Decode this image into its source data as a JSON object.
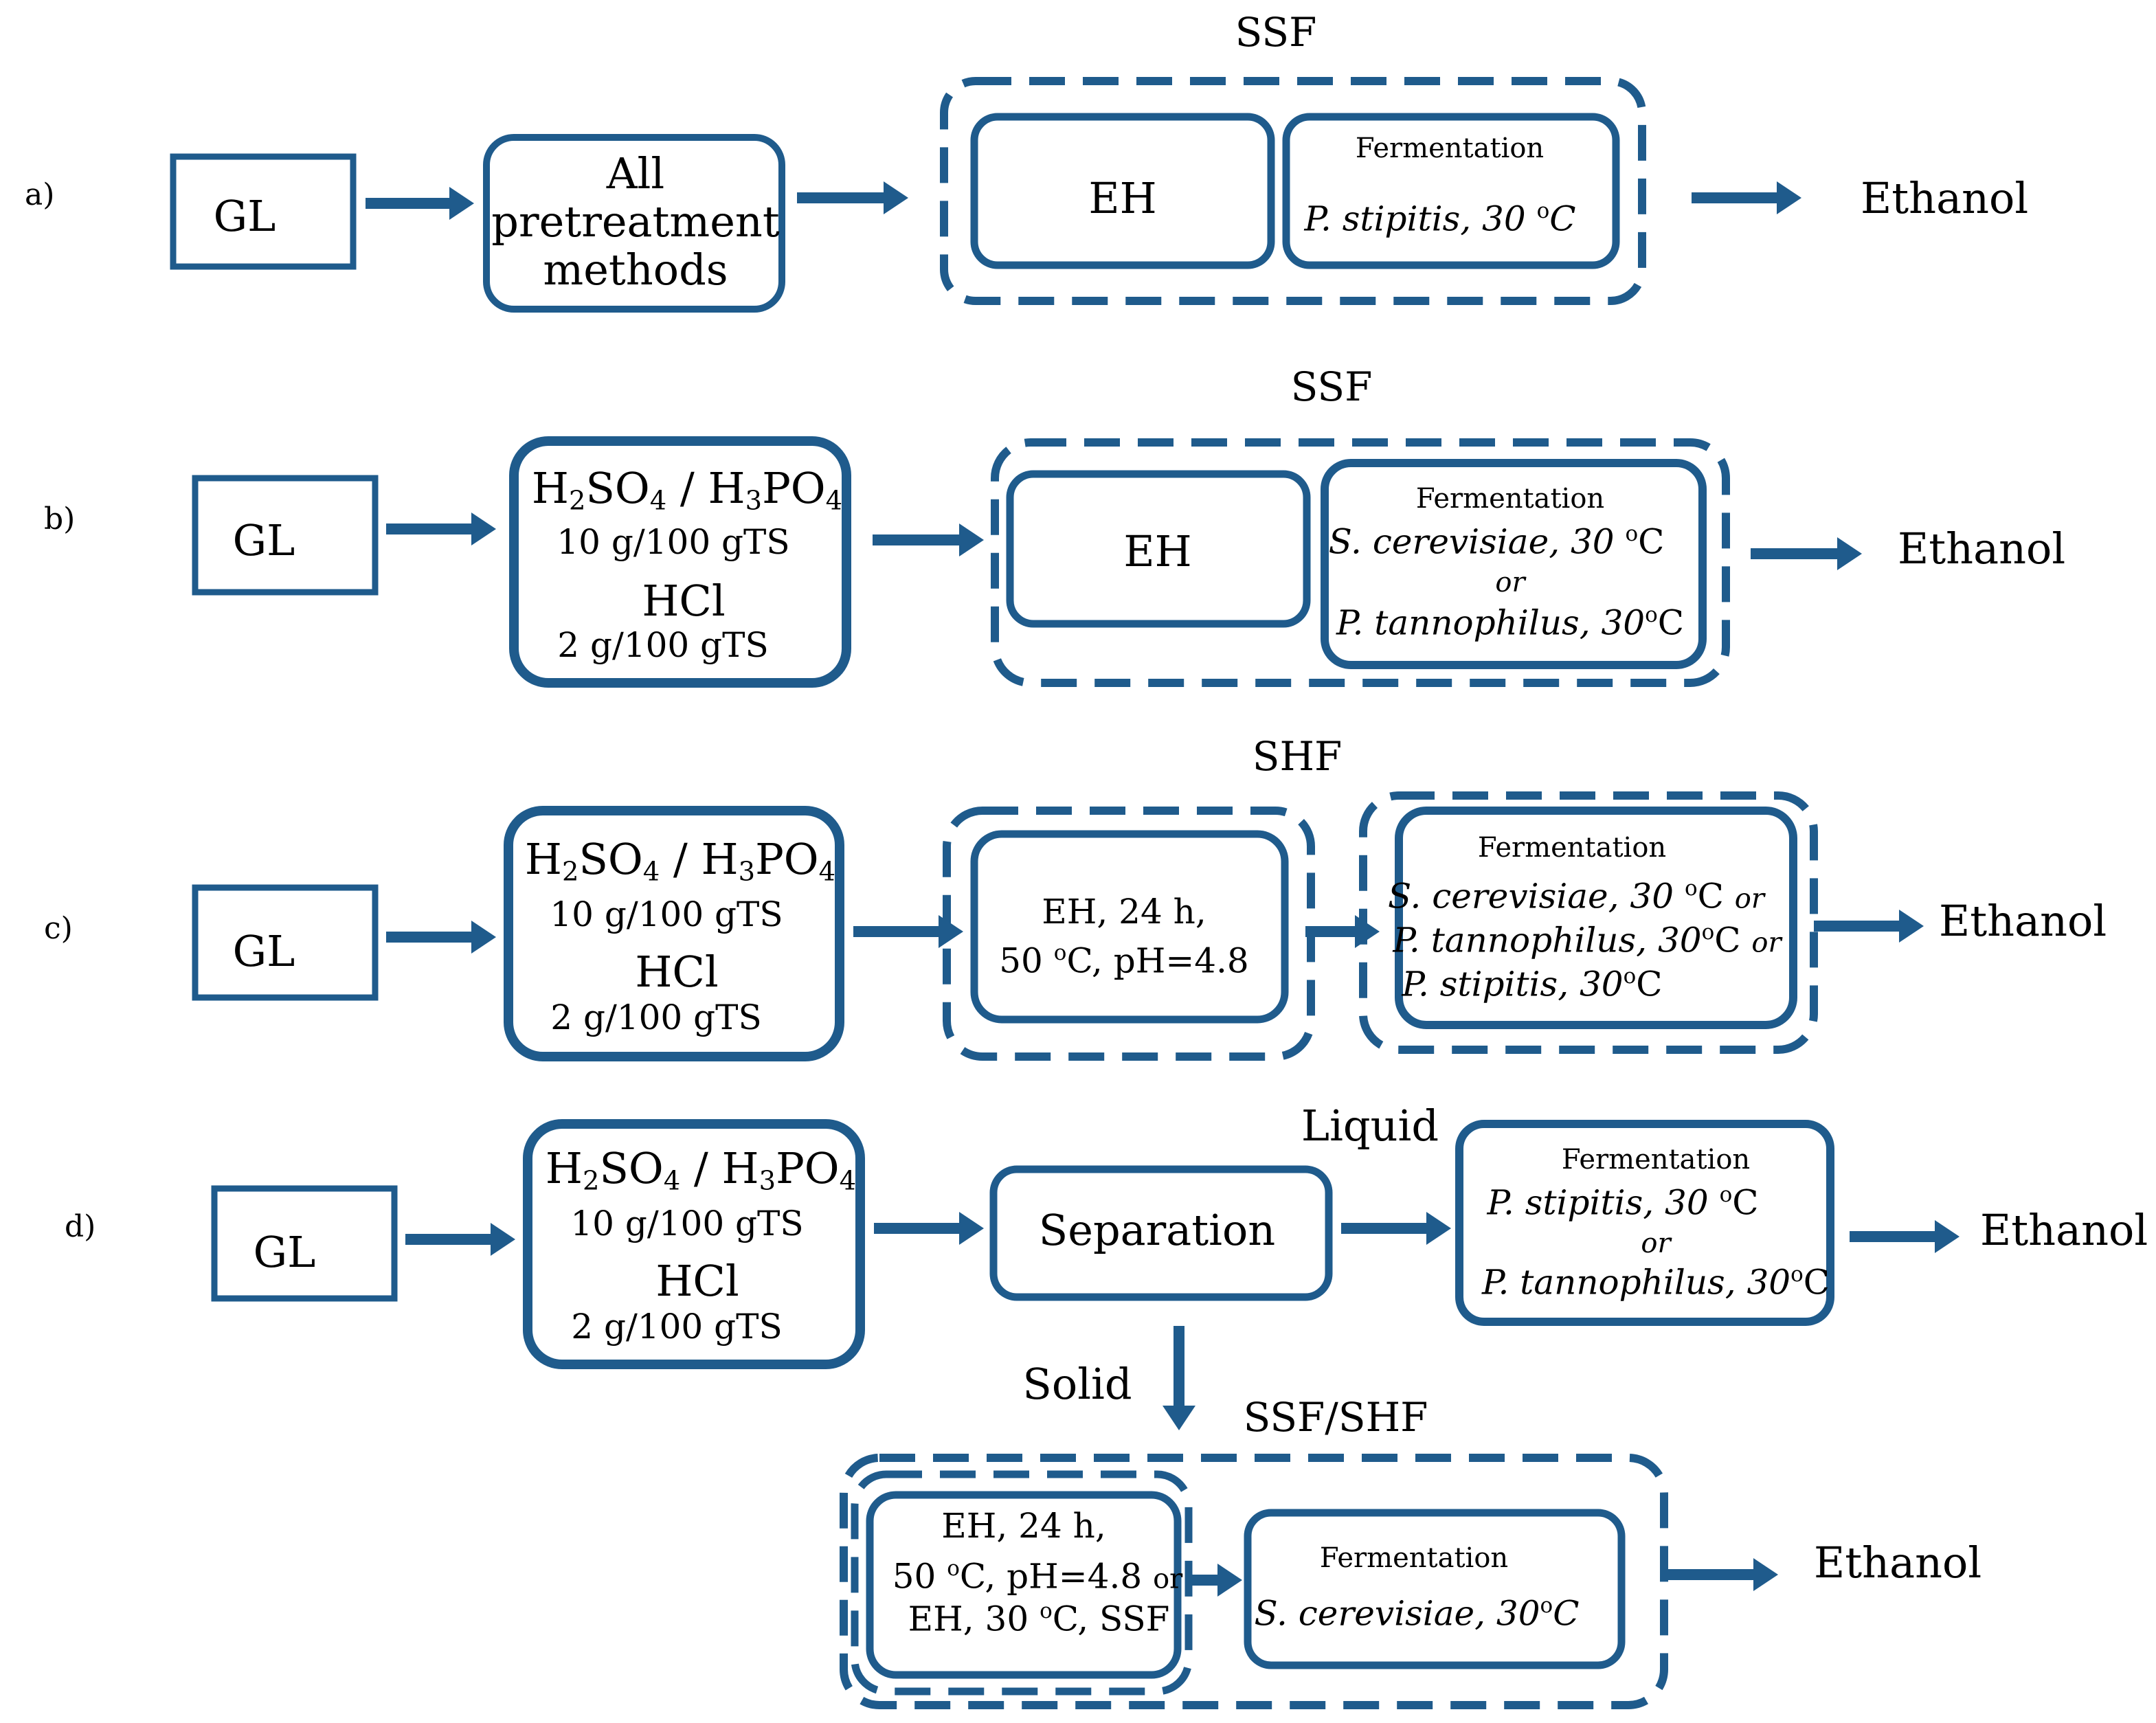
{
  "colors": {
    "stroke": "#1f5b8c"
  },
  "rows": {
    "a": {
      "label": "a)",
      "title": "SSF",
      "gl": "GL",
      "pretreatment": [
        "All",
        "pretreatment",
        "methods"
      ],
      "eh": "EH",
      "fermentation": {
        "title": "Fermentation",
        "organism": "P. stipitis",
        "temp": ", 30 ",
        "deg": "o",
        "unit": "C"
      },
      "product": "Ethanol"
    },
    "b": {
      "label": "b)",
      "title": "SSF",
      "gl": "GL",
      "acid": {
        "h1": "H",
        "s1": "2",
        "m1": "SO",
        "s2": "4",
        "slash": " / ",
        "h2": "H",
        "s3": "3",
        "m2": "PO",
        "s4": "4"
      },
      "dose1": "10 g/100 gTS",
      "hcl": "HCl",
      "dose2": "2 g/100 gTS",
      "eh": "EH",
      "fermentation": {
        "title": "Fermentation",
        "org1": "S. cerevisiae, 30 ",
        "deg1": "o",
        "unit1": "C",
        "or": "or",
        "org2": "P. tannophilus, 30",
        "deg2": "o",
        "unit2": "C"
      },
      "product": "Ethanol"
    },
    "c": {
      "label": "c)",
      "title": "SHF",
      "gl": "GL",
      "acid": {
        "h1": "H",
        "s1": "2",
        "m1": "SO",
        "s2": "4",
        "slash": " / ",
        "h2": "H",
        "s3": "3",
        "m2": "PO",
        "s4": "4"
      },
      "dose1": "10 g/100 gTS",
      "hcl": "HCl",
      "dose2": "2 g/100 gTS",
      "eh_line1": "EH, 24 h,",
      "eh_line2a": "50 ",
      "eh_deg": "o",
      "eh_line2b": "C, pH=4.8",
      "fermentation": {
        "title": "Fermentation",
        "l1": "S. cerevisiae, 30 ",
        "d1": "o",
        "u1": "C ",
        "or1": "or",
        "l2": "P. tannophilus, 30",
        "d2": "o",
        "u2": "C ",
        "or2": "or",
        "l3": "P. stipitis, 30",
        "d3": "o",
        "u3": "C"
      },
      "product": "Ethanol"
    },
    "d": {
      "label": "d)",
      "gl": "GL",
      "acid": {
        "h1": "H",
        "s1": "2",
        "m1": "SO",
        "s2": "4",
        "slash": " / ",
        "h2": "H",
        "s3": "3",
        "m2": "PO",
        "s4": "4"
      },
      "dose1": "10 g/100 gTS",
      "hcl": "HCl",
      "dose2": "2 g/100 gTS",
      "separation": "Separation",
      "liquid": "Liquid",
      "solid": "Solid",
      "liquid_fermentation": {
        "title": "Fermentation",
        "l1": "P. stipitis, 30 ",
        "d1": "o",
        "u1": "C",
        "or": "or",
        "l2": "P. tannophilus, 30",
        "d2": "o",
        "u2": "C"
      },
      "liquid_product": "Ethanol",
      "solid_title": "SSF/SHF",
      "solid_eh": {
        "l1": "EH, 24  h,",
        "l2a": "50 ",
        "d2": "o",
        "l2b": "C, pH=4.8 ",
        "or": "or",
        "l3a": "EH, 30 ",
        "d3": "o",
        "l3b": "C, SSF"
      },
      "solid_fermentation": {
        "title": "Fermentation",
        "l1": "S. cerevisiae, 30",
        "d1": "o",
        "u1": "C"
      },
      "solid_product": "Ethanol"
    }
  }
}
